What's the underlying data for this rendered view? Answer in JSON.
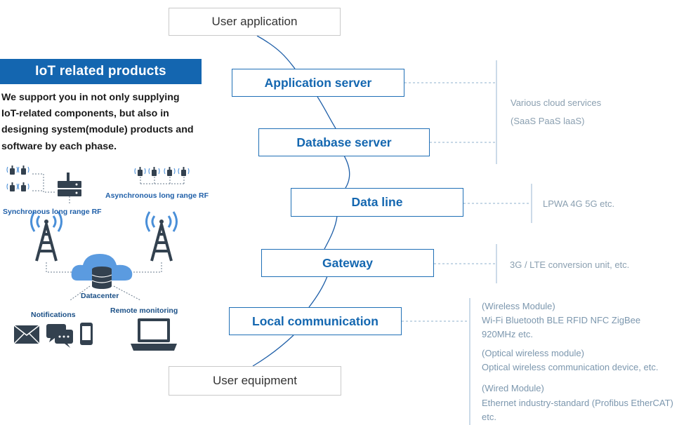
{
  "left_panel": {
    "title": "IoT related products",
    "description": "We support you in not only supplying IoT-related components, but also in designing system(module) products and software by each phase.",
    "labels": {
      "synchronous": "Synchronous long range RF",
      "asynchronous": "Asynchronous long range RF",
      "datacenter": "Datacenter",
      "notifications": "Notifications",
      "remote_monitoring": "Remote monitoring"
    }
  },
  "stack": {
    "top": "User application",
    "application_server": "Application server",
    "database_server": "Database server",
    "data_line": "Data line",
    "gateway": "Gateway",
    "local_communication": "Local communication",
    "bottom": "User equipment"
  },
  "descriptions": {
    "cloud_1": "Various cloud services",
    "cloud_2": "(SaaS PaaS laaS)",
    "data_line": "LPWA 4G 5G etc.",
    "gateway": "3G / LTE conversion unit, etc.",
    "local": {
      "wireless_heading": "(Wireless Module)",
      "wireless_line1": "Wi-Fi Bluetooth BLE RFID NFC ZigBee",
      "wireless_line2": "920MHz etc.",
      "optical_heading": "(Optical wireless module)",
      "optical_line1": "Optical wireless communication device, etc.",
      "wired_heading": "(Wired Module)",
      "wired_line1": "Ethernet industry-standard (Profibus EtherCAT)",
      "wired_line2": "etc."
    }
  },
  "colors": {
    "brand_blue": "#1466b0",
    "connector": "#1f5fa8",
    "icon_dark": "#33414f",
    "cloud": "#5b9be0",
    "desc_text": "#8a9fb0"
  }
}
